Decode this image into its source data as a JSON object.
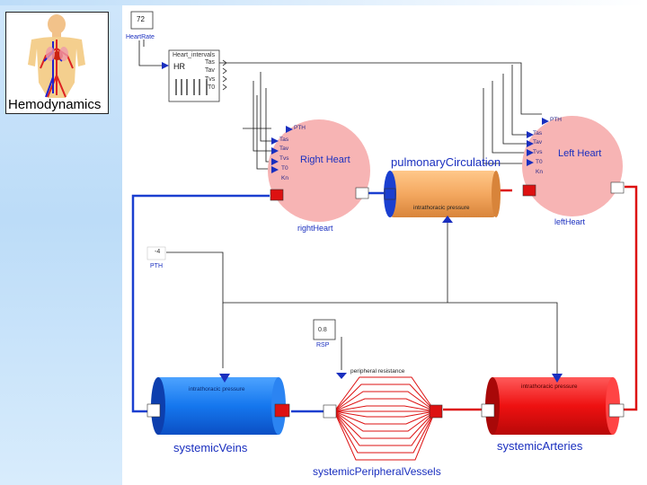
{
  "logo": {
    "label": "Hemodynamics"
  },
  "heart_rate": {
    "value": "72",
    "label": "HeartRate"
  },
  "intervals": {
    "title": "Heart_intervals",
    "input": "HR",
    "outputs": [
      "Tas",
      "Tav",
      "Tvs",
      "T0"
    ]
  },
  "right_heart": {
    "title": "Right Heart",
    "instance": "rightHeart",
    "pins": [
      "PTH",
      "Tas",
      "Tav",
      "Tvs",
      "T0",
      "Kn"
    ]
  },
  "left_heart": {
    "title": "Left Heart",
    "instance": "leftHeart",
    "pins": [
      "PTH",
      "Tas",
      "Tav",
      "Tvs",
      "T0",
      "Kn"
    ]
  },
  "pulmonary": {
    "title": "pulmonaryCirculation",
    "inner_label": "intrathoracic pressure"
  },
  "pth_source": {
    "value": "-4",
    "label": "PTH"
  },
  "rsp_source": {
    "value": "0.8",
    "label": "RSP"
  },
  "veins": {
    "title": "systemicVeins",
    "inner_label": "intrathoracic pressure"
  },
  "arteries": {
    "title": "systemicArteries",
    "inner_label": "intrathoracic pressure"
  },
  "peripheral": {
    "title": "systemicPeripheralVessels",
    "inner_label": "peripheral resistance"
  },
  "colors": {
    "connection_blue": "#1a3fd0",
    "connection_red": "#dd1111",
    "heart_fill": "#f7b4b4",
    "pulmonary_fill": "#f4a860",
    "veins_fill": "#1577ee",
    "arteries_fill": "#ee1111"
  }
}
